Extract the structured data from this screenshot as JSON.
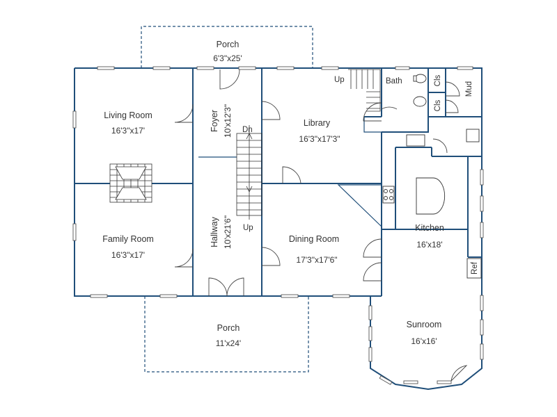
{
  "rooms": {
    "porch_top": {
      "name": "Porch",
      "dims": "6'3\"x25'"
    },
    "living": {
      "name": "Living Room",
      "dims": "16'3\"x17'"
    },
    "foyer": {
      "name": "Foyer",
      "dims": "10'x12'3\""
    },
    "library": {
      "name": "Library",
      "dims": "16'3\"x17'3\""
    },
    "family": {
      "name": "Family Room",
      "dims": "16'3\"x17'"
    },
    "hallway": {
      "name": "Hallway",
      "dims": "10'x21'6\""
    },
    "dining": {
      "name": "Dining Room",
      "dims": "17'3\"x17'6\""
    },
    "kitchen": {
      "name": "Kitchen",
      "dims": "16'x18'"
    },
    "sunroom": {
      "name": "Sunroom",
      "dims": "16'x16'"
    },
    "porch_bottom": {
      "name": "Porch",
      "dims": "11'x24'"
    }
  },
  "labels": {
    "bath": "Bath",
    "closet_1": "Cls",
    "closet_2": "Cls",
    "mud": "Mud",
    "ref": "Ref",
    "stair_up_top": "Up",
    "stair_dn": "Dn",
    "stair_up_main": "Up"
  },
  "colors": {
    "wall": "#1f4e79",
    "text": "#333333"
  }
}
